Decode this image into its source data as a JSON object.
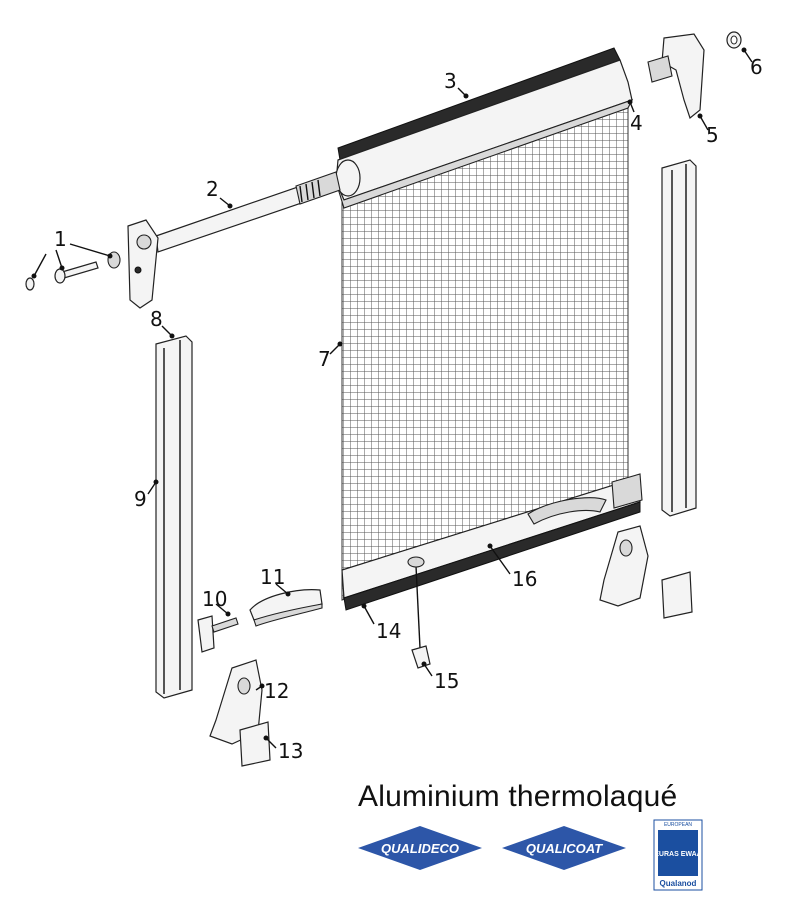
{
  "labels": [
    {
      "id": "1",
      "text": "1"
    },
    {
      "id": "2",
      "text": "2"
    },
    {
      "id": "3",
      "text": "3"
    },
    {
      "id": "4",
      "text": "4"
    },
    {
      "id": "5",
      "text": "5"
    },
    {
      "id": "6",
      "text": "6"
    },
    {
      "id": "7",
      "text": "7"
    },
    {
      "id": "8",
      "text": "8"
    },
    {
      "id": "9",
      "text": "9"
    },
    {
      "id": "10",
      "text": "10"
    },
    {
      "id": "11",
      "text": "11"
    },
    {
      "id": "12",
      "text": "12"
    },
    {
      "id": "13",
      "text": "13"
    },
    {
      "id": "14",
      "text": "14"
    },
    {
      "id": "15",
      "text": "15"
    },
    {
      "id": "16",
      "text": "16"
    }
  ],
  "caption": "Aluminium thermolaqué",
  "logos": {
    "qualideco": "QUALIDECO",
    "qualicoat": "QUALICOAT",
    "ewaa_top": "EUROPEAN",
    "ewaa_main": "EURAS EWAA",
    "qualanod": "Qualanod"
  },
  "colors": {
    "logo_blue": "#2d56a8",
    "ewaa_blue": "#1b4fa0",
    "line": "#111111"
  }
}
